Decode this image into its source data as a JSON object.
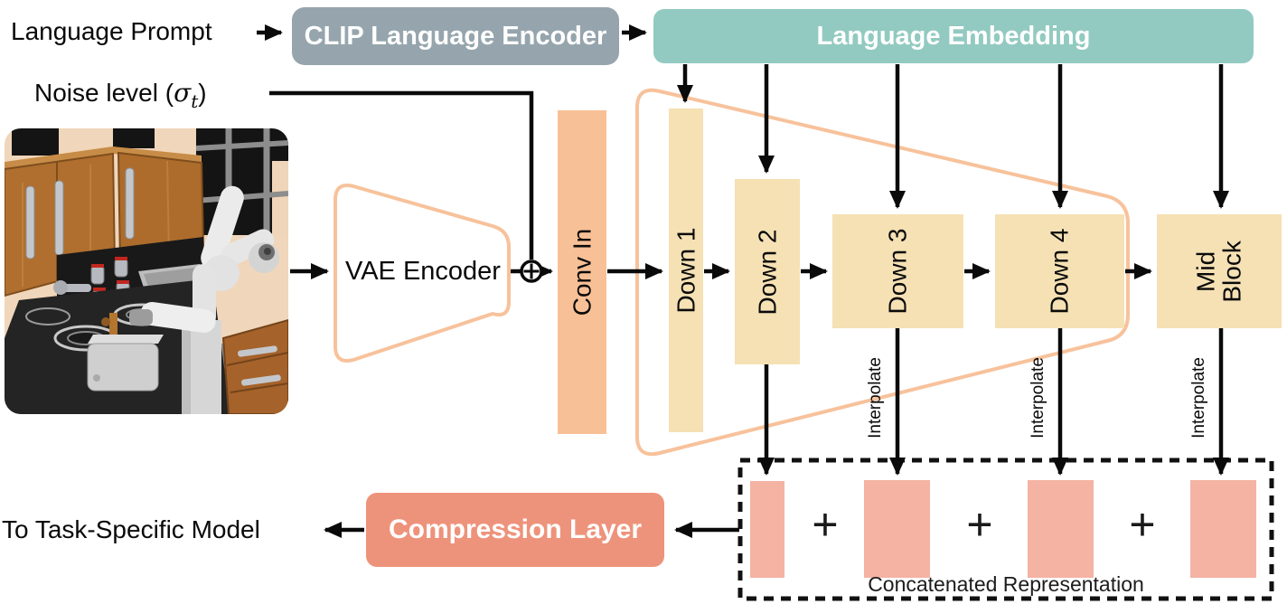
{
  "figure": {
    "top_row": {
      "language_prompt": "Language Prompt",
      "clip_encoder": "CLIP Language Encoder",
      "language_embedding": "Language Embedding"
    },
    "noise": {
      "prefix": "Noise level (",
      "sigma": "σ",
      "subscript": "t",
      "suffix": ")"
    },
    "encoder": {
      "vae": "VAE Encoder",
      "conv_in": "Conv In"
    },
    "unet": {
      "blocks": [
        {
          "label": "Down 1"
        },
        {
          "label": "Down 2"
        },
        {
          "label": "Down 3"
        },
        {
          "label": "Down 4"
        },
        {
          "label": "Mid Block"
        }
      ]
    },
    "skip": {
      "interpolate": [
        "Interpolate",
        "Interpolate",
        "Interpolate"
      ]
    },
    "concat": {
      "plus": "+",
      "caption": "Concatenated Representation"
    },
    "head": {
      "compression": "Compression Layer",
      "to_task": "To Task-Specific Model"
    },
    "colors": {
      "clip_box": "#96a5ad",
      "language_embedding_box": "#92cac1",
      "conv_in_box": "#f8c096",
      "down_blocks": "#f5e1b4",
      "orange_outline": "#f7c29b",
      "concat_features": "#f4b3a3",
      "compression_box": "#ee937b",
      "arrows": "#0a0a0a"
    }
  }
}
